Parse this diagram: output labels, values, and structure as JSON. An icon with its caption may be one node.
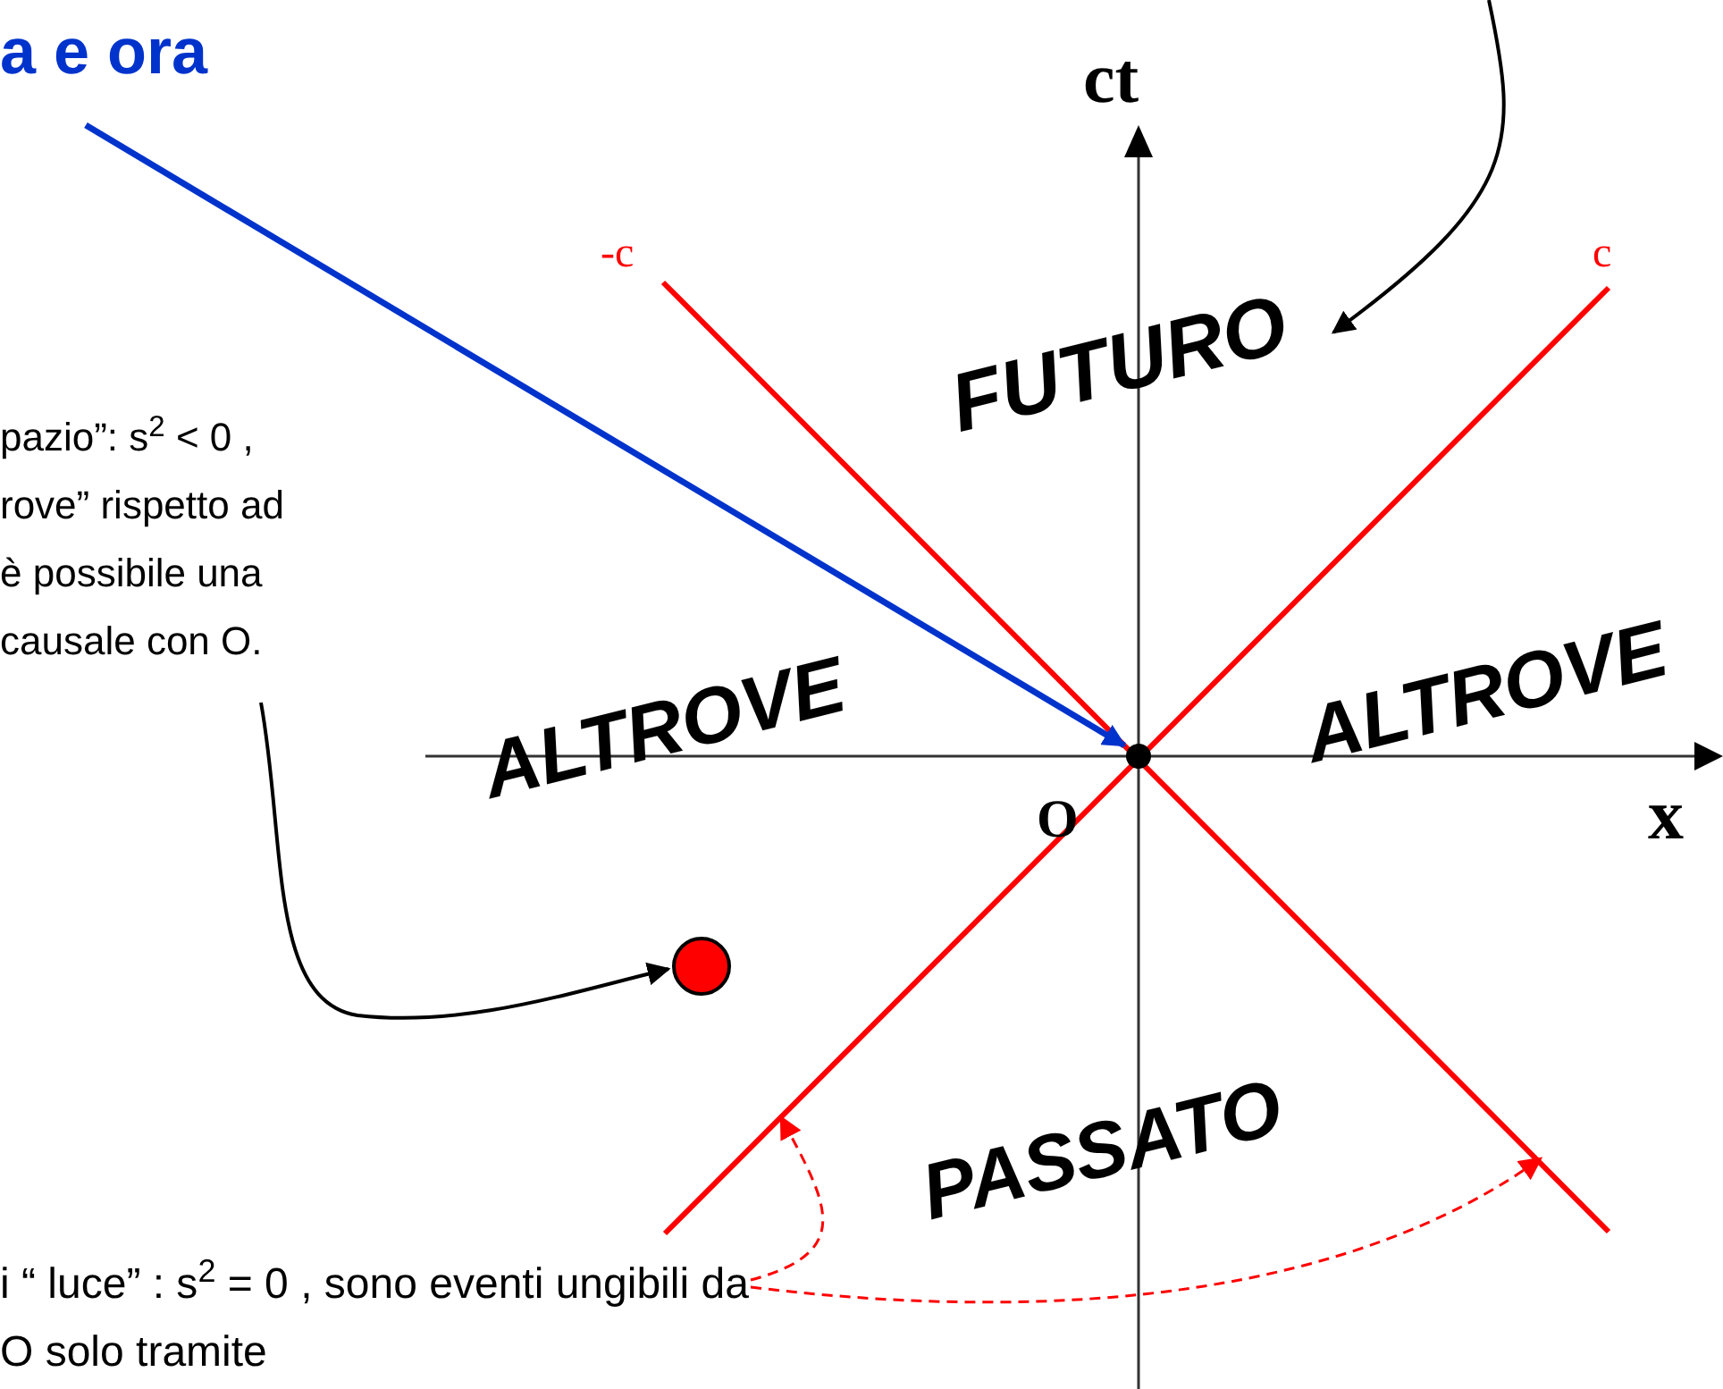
{
  "diagram": {
    "nodes": [
      {
        "text": [
          "a e ora"
        ]
      },
      {
        "text": [
          "pazio”: s$^{2}$ < 0 , rove” rispetto ad è possibile una causale con O."
        ]
      },
      {
        "text": [
          "i “ luce” : s$^{2}$ = 0 , sono eventi ungibili da O solo tramite"
        ]
      },
      {
        "text": [],
        "shape": "circle",
        "beside": [
          "O"
        ]
      },
      {
        "text": [],
        "shape": "circle"
      },
      {
        "text": [
          "FUTURO"
        ]
      }
    ],
    "edges": [
      {
        "from": 0,
        "to": 3,
        "arrow": "to",
        "color": "#0033cc"
      },
      {
        "from": 1,
        "to": 4,
        "arrow": "to"
      },
      {
        "from": null,
        "to": 5,
        "arrow": "to"
      },
      {
        "from": 2,
        "to": null,
        "arrow": "to",
        "style": "dashed",
        "color": "#ff0000"
      },
      {
        "from": 2,
        "to": null,
        "arrow": "to",
        "style": "dashed",
        "color": "#ff0000"
      }
    ],
    "labels": [
      "ct",
      "-c",
      "c",
      "ALTROVE",
      "ALTROVE",
      "x",
      "PASSATO"
    ]
  }
}
